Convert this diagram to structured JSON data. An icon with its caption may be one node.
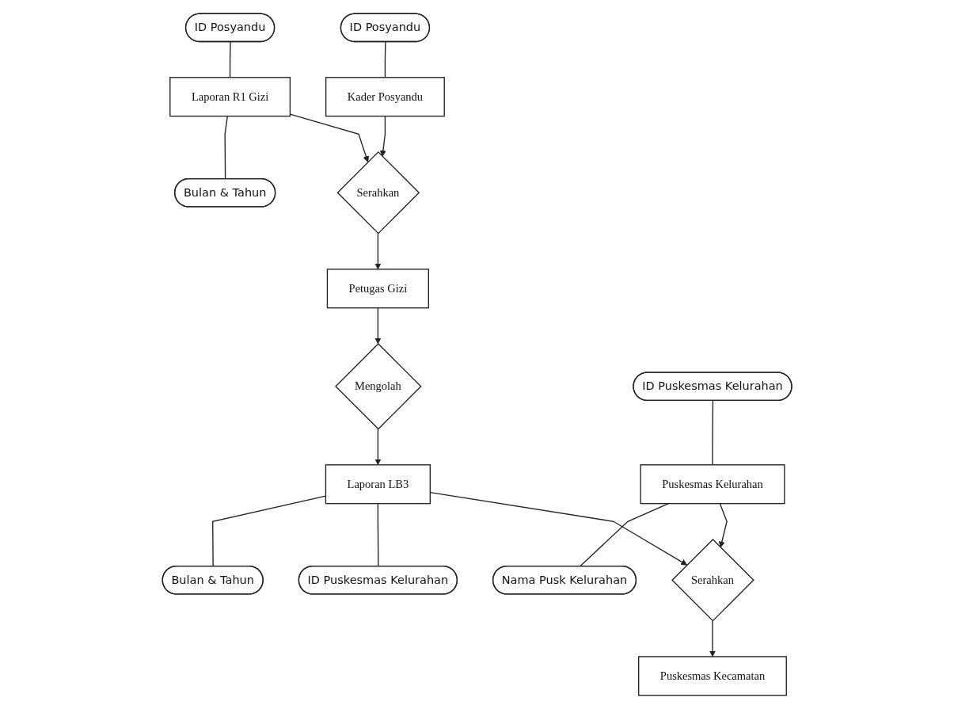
{
  "diagram": {
    "nodes": [
      {
        "text": [
          "ID Posyandu"
        ]
      },
      {
        "text": [
          "ID Posyandu"
        ]
      },
      {
        "text": [
          "Kader Posyandu"
        ]
      },
      {
        "text": [
          "Serahkan"
        ]
      },
      {
        "text": [
          "Laporan R1 Gizi"
        ]
      },
      {
        "text": [
          "Bulan & Tahun"
        ]
      },
      {
        "text": [
          "Mengolah"
        ]
      },
      {
        "text": [
          "Petugas Gizi"
        ]
      },
      {
        "text": [
          "ID Puskesmas Kelurahan"
        ]
      },
      {
        "text": [
          "Laporan LB3"
        ]
      },
      {
        "text": [
          "Serahkan"
        ]
      },
      {
        "text": [
          "Puskesmas Kelurahan"
        ]
      },
      {
        "text": [
          "Puskesmas Kecamatan"
        ]
      },
      {
        "text": [
          "ID Puskesmas Kelurahan"
        ]
      },
      {
        "text": [
          "Nama Pusk Kelurahan"
        ]
      },
      {
        "text": [
          "Bulan & Tahun"
        ]
      }
    ],
    "edges": [
      {
        "from": 0,
        "to": 2,
        "arrow": "none"
      },
      {
        "from": 1,
        "to": 4,
        "arrow": "none"
      },
      {
        "from": 2,
        "to": 3,
        "arrow": "to"
      },
      {
        "from": 4,
        "to": 3,
        "arrow": "to"
      },
      {
        "from": 4,
        "to": 5,
        "arrow": "none"
      },
      {
        "from": 3,
        "to": 7,
        "arrow": "to"
      },
      {
        "from": 7,
        "to": 6,
        "arrow": "to"
      },
      {
        "from": 6,
        "to": 9,
        "arrow": "to"
      },
      {
        "from": 8,
        "to": 11,
        "arrow": "none"
      },
      {
        "from": 9,
        "to": 10,
        "arrow": "to"
      },
      {
        "from": 11,
        "to": 10,
        "arrow": "to"
      },
      {
        "from": 10,
        "to": 12,
        "arrow": "to"
      },
      {
        "from": 11,
        "to": 14,
        "arrow": "none"
      },
      {
        "from": 9,
        "to": 13,
        "arrow": "none"
      },
      {
        "from": 9,
        "to": 15,
        "arrow": "none"
      }
    ]
  }
}
